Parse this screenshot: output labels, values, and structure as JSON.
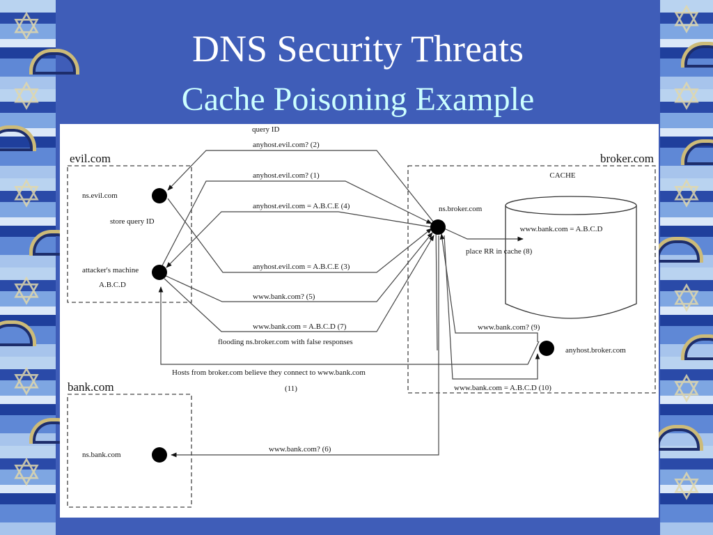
{
  "slide": {
    "title": "DNS Security Threats",
    "subtitle": "Cache Poisoning Example",
    "colors": {
      "background": "#3f5db8",
      "title": "#ffffff",
      "subtitle": "#ccffff",
      "diagram_bg": "#ffffff"
    }
  },
  "border": {
    "motif_icons": [
      "star-of-david-icon",
      "menorah-icon"
    ]
  },
  "diagram": {
    "domains": {
      "evil": "evil.com",
      "broker": "broker.com",
      "bank": "bank.com"
    },
    "cache_label": "CACHE",
    "cache_entry": "www.bank.com = A.B.C.D",
    "nodes": {
      "ns_evil": "ns.evil.com",
      "store_query": "store query ID",
      "attacker": "attacker's machine",
      "attacker_ip": "A.B.C.D",
      "ns_broker": "ns.broker.com",
      "anyhost_broker": "anyhost.broker.com",
      "ns_bank": "ns.bank.com"
    },
    "messages": {
      "query_id": "query ID",
      "m2": "anyhost.evil.com? (2)",
      "m1": "anyhost.evil.com? (1)",
      "m4": "anyhost.evil.com = A.B.C.E (4)",
      "m3": "anyhost.evil.com = A.B.C.E (3)",
      "m5": "www.bank.com? (5)",
      "m7": "www.bank.com = A.B.C.D (7)",
      "flooding": "flooding ns.broker.com with false responses",
      "m8": "place RR in cache (8)",
      "m9": "www.bank.com? (9)",
      "m10": "www.bank.com = A.B.C.D (10)",
      "m11_text": "Hosts from broker.com believe they connect to www.bank.com",
      "m11_num": "(11)",
      "m6": "www.bank.com? (6)"
    }
  }
}
